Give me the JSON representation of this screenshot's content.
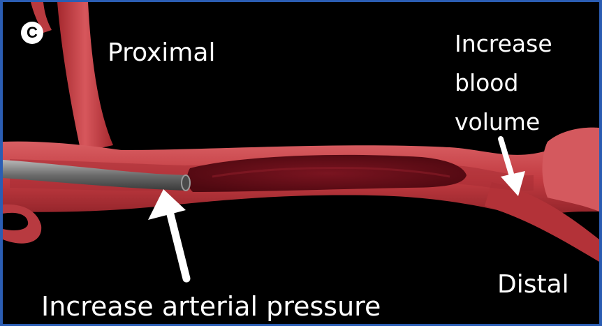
{
  "panel_label": "C",
  "labels": {
    "proximal": "Proximal",
    "increase_blood_volume": "Increase\nblood\nvolume",
    "distal": "Distal",
    "increase_arterial_pressure": "Increase arterial pressure"
  },
  "colors": {
    "background": "#000000",
    "frame": "#2b5db3",
    "vessel": "#c9454a",
    "vessel_dark": "#8e2228",
    "clot": "#6d0f18",
    "catheter": "#8a8a8a",
    "text": "#ffffff"
  }
}
